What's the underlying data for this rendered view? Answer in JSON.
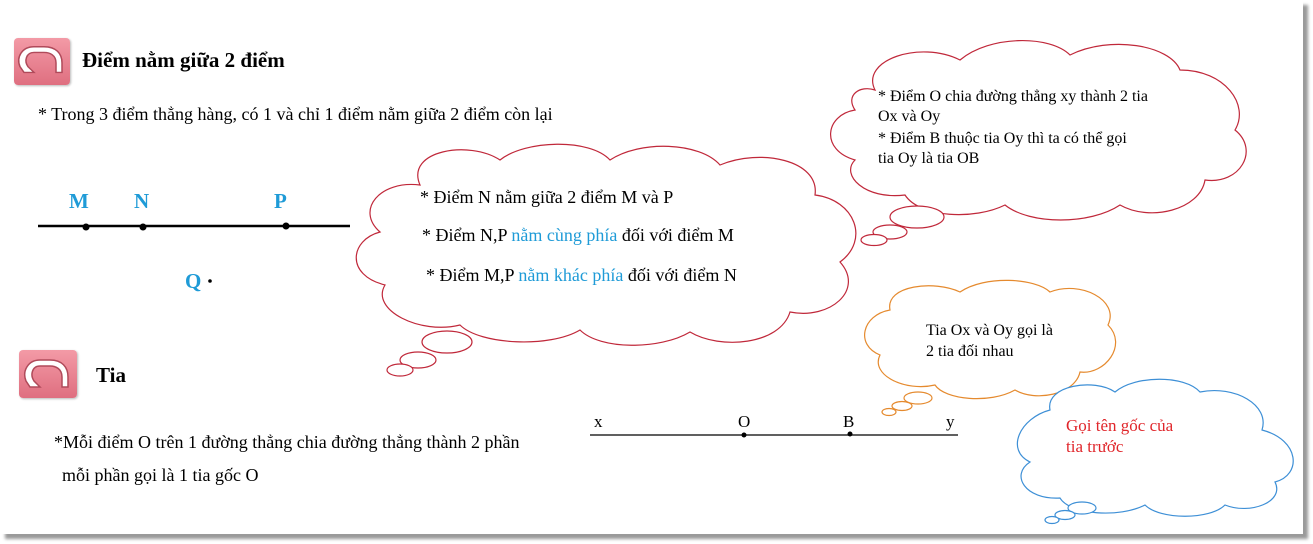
{
  "section1": {
    "title": "Điểm nằm giữa 2 điểm",
    "statement": "* Trong 3 điểm thẳng hàng, có 1 và chỉ 1 điểm nằm giữa 2 điểm còn lại"
  },
  "figure1": {
    "points": [
      "M",
      "N",
      "P"
    ],
    "outside_point": "Q"
  },
  "cloud_mnp": {
    "line1": "* Điểm N nằm giữa 2 điểm M và P",
    "line2_prefix": "* Điểm N,P ",
    "line2_highlight": "nằm cùng phía",
    "line2_suffix": " đối với điểm M",
    "line3_prefix": "* Điểm M,P ",
    "line3_highlight": "nằm khác phía",
    "line3_suffix": " đối với điểm N"
  },
  "cloud_oxy": {
    "line1": "* Điểm O chia đường thẳng xy thành 2 tia",
    "line2": "Ox và Oy",
    "line3": "* Điểm B thuộc tia Oy thì ta có thể gọi",
    "line4": "tia Oy là tia OB"
  },
  "section2": {
    "title": "Tia",
    "statement_line1": "*Mỗi điểm O trên 1 đường thẳng chia đường thẳng thành 2 phần",
    "statement_line2": "mỗi phần gọi là 1 tia gốc O"
  },
  "figure2": {
    "labels": [
      "x",
      "O",
      "B",
      "y"
    ]
  },
  "cloud_opposite": {
    "line1": "Tia Ox và Oy gọi là",
    "line2": "2 tia đối nhau"
  },
  "cloud_root": {
    "line1": "Gọi tên gốc của",
    "line2": "tia trước"
  },
  "colors": {
    "blue_label": "#1f9bd7",
    "red_text": "#e0262b",
    "cloud_red": "#c0283a",
    "cloud_orange": "#e58a2e",
    "cloud_blue": "#3d8fd6",
    "icon_pink": "#e57686"
  },
  "icons": {
    "section_arrow": "u-turn-arrow-icon"
  }
}
